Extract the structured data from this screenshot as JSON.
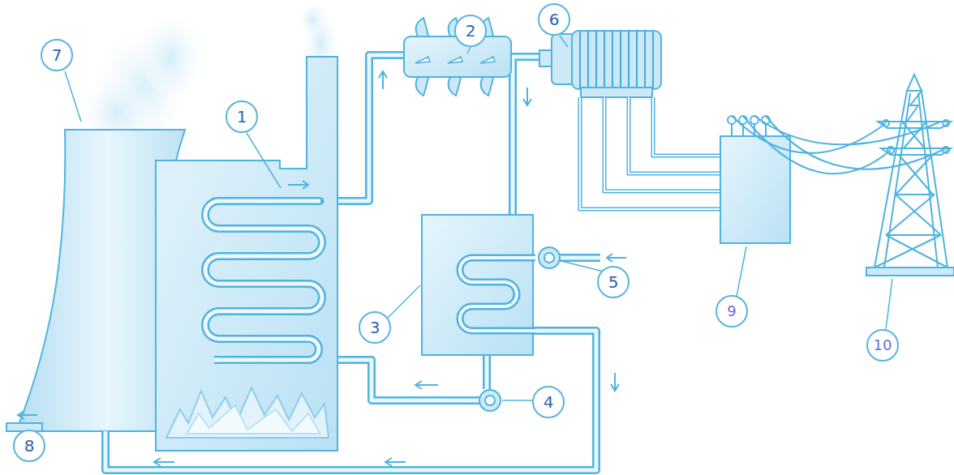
{
  "diagram": {
    "labels": [
      "6",
      "2",
      "7",
      "1",
      "5",
      "3",
      "9",
      "10",
      "4",
      "8"
    ]
  }
}
